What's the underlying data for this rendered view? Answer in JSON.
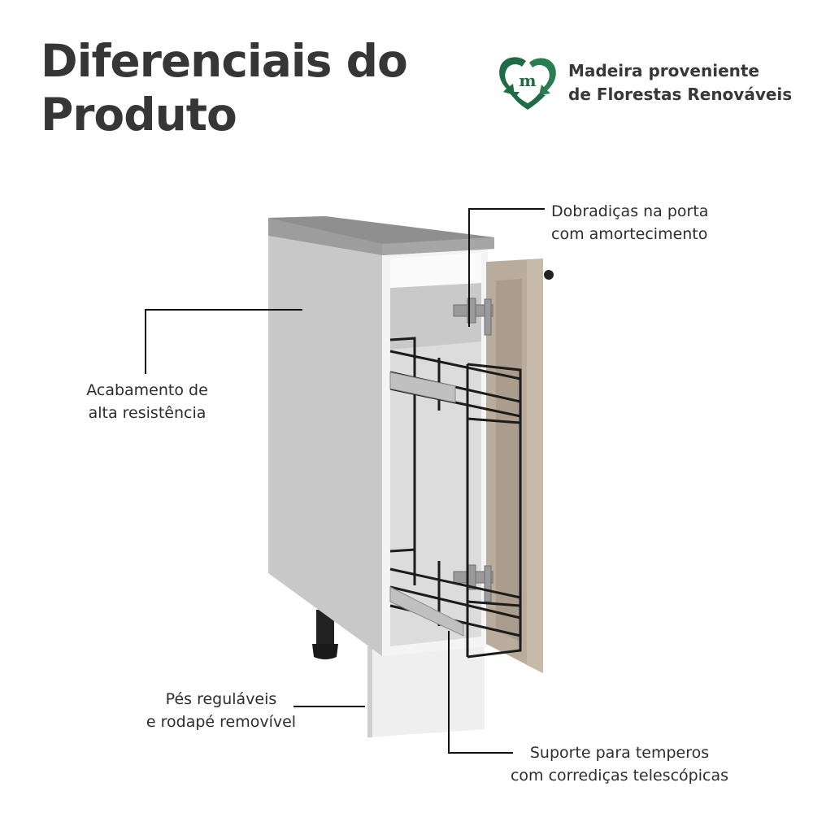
{
  "header": {
    "title_line1": "Diferenciais do",
    "title_line2": "Produto"
  },
  "badge": {
    "icon": "recycle-heart-m-icon",
    "letter": "m",
    "line1": "Madeira proveniente",
    "line2": "de Florestas Renováveis",
    "colors": {
      "dark_green": "#1f6b45",
      "green": "#2e8b57"
    }
  },
  "product": {
    "name": "kitchen-base-cabinet-with-pullout-spice-rack",
    "colors": {
      "countertop": "#9a9a9a",
      "body_side": "#c9c9c9",
      "body_front": "#f2f2f2",
      "door": "#b8ab9b",
      "wire": "#1b1b1b",
      "leg": "#1e1e1e"
    }
  },
  "callouts": [
    {
      "id": "hinges",
      "line1": "Dobradiças na porta",
      "line2": "com amortecimento"
    },
    {
      "id": "finish",
      "line1": "Acabamento de",
      "line2": "alta resistência"
    },
    {
      "id": "feet",
      "line1": "Pés reguláveis",
      "line2": "e rodapé removível"
    },
    {
      "id": "rack",
      "line1": "Suporte para temperos",
      "line2": "com corrediças telescópicas"
    }
  ]
}
